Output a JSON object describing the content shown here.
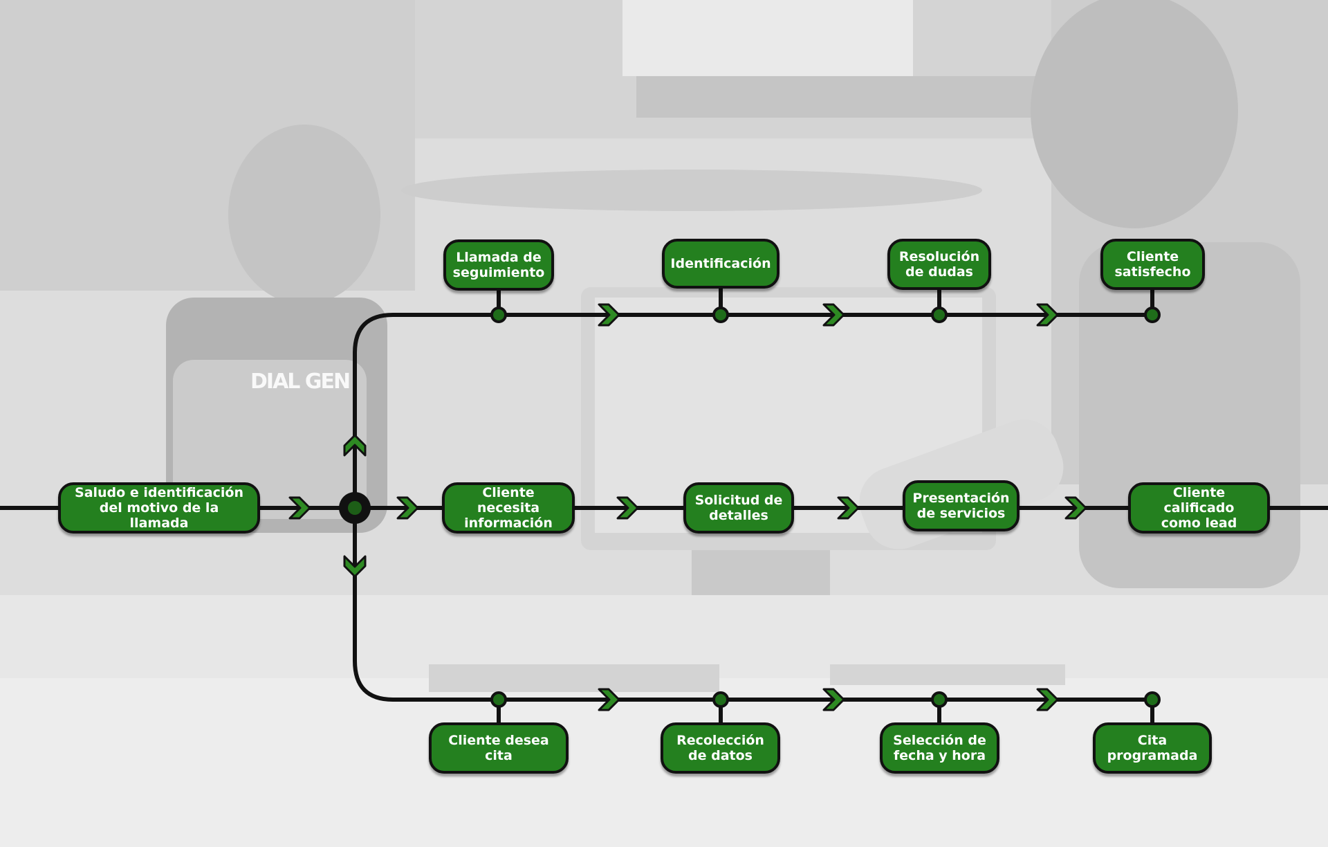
{
  "colors": {
    "node_fill": "#24801f",
    "line": "#111111",
    "arrow": "#2e8a23",
    "background": "#dcdcdc"
  },
  "brand_text": "DIAL GEN",
  "start": {
    "line1": "Saludo e identificación",
    "line2": "del motivo de la llamada"
  },
  "top_branch": [
    {
      "line1": "Llamada de",
      "line2": "seguimiento"
    },
    {
      "line1": "Identificación",
      "line2": ""
    },
    {
      "line1": "Resolución",
      "line2": "de dudas"
    },
    {
      "line1": "Cliente",
      "line2": "satisfecho"
    }
  ],
  "middle_branch": [
    {
      "line1": "Cliente necesita",
      "line2": "información"
    },
    {
      "line1": "Solicitud de",
      "line2": "detalles"
    },
    {
      "line1": "Presentación",
      "line2": "de servicios"
    },
    {
      "line1": "Cliente calificado",
      "line2": "como lead"
    }
  ],
  "bottom_branch": [
    {
      "line1": "Cliente desea cita",
      "line2": ""
    },
    {
      "line1": "Recolección",
      "line2": "de datos"
    },
    {
      "line1": "Selección de",
      "line2": "fecha y hora"
    },
    {
      "line1": "Cita",
      "line2": "programada"
    }
  ]
}
